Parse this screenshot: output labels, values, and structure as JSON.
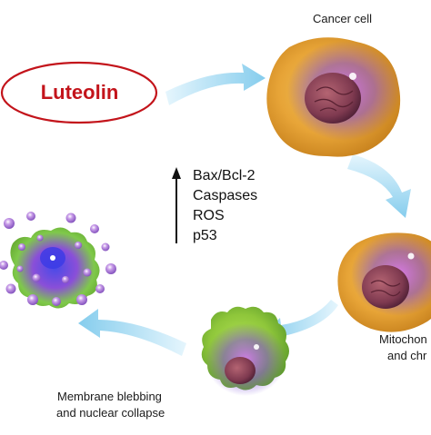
{
  "drug": "Luteolin",
  "labels": {
    "cancer_cell": "Cancer cell",
    "mito_line1": "Mitochon",
    "mito_line2": "and chr",
    "membrane_line1": "Membrane blebbing",
    "membrane_line2": "and nuclear collapse"
  },
  "markers": [
    "Bax/Bcl-2",
    "Caspases",
    "ROS",
    "p53"
  ],
  "colors": {
    "drug_text": "#c3141b",
    "ellipse_stroke": "#c3141b",
    "arrow": "#9fd8f2",
    "cell_body": "#e8a93a",
    "nucleus": "#7a3a4f"
  }
}
